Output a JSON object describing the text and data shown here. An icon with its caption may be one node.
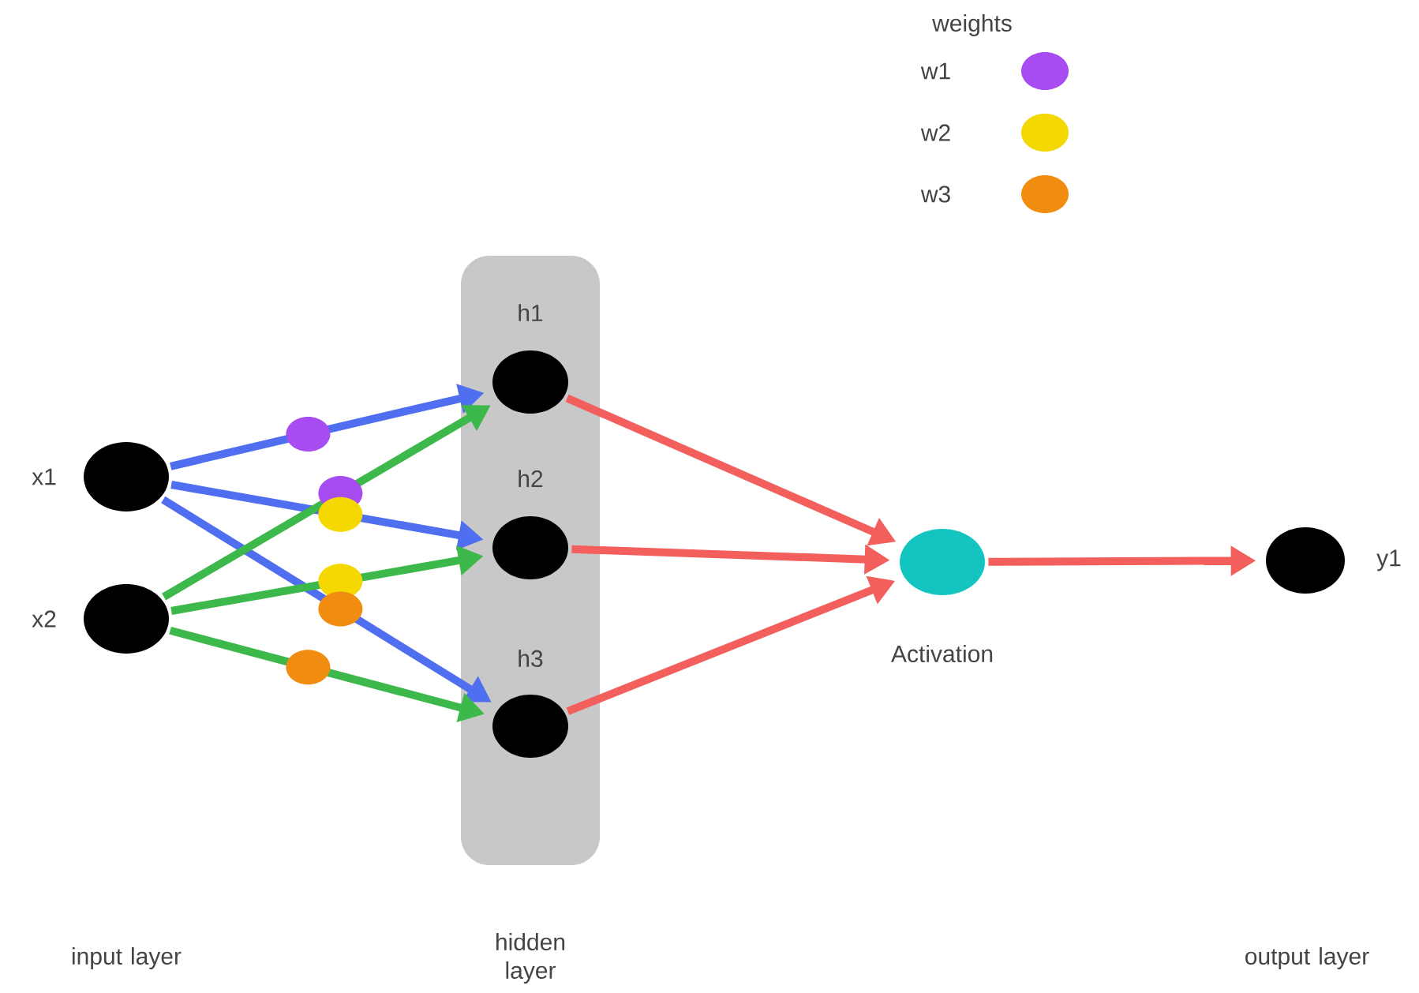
{
  "diagram": {
    "nodes": [
      {
        "text": [],
        "shape": "circle",
        "beside": [
          "x1"
        ]
      },
      {
        "text": [],
        "shape": "circle",
        "beside": [
          "x2"
        ]
      },
      {
        "text": [
          "hidden layer"
        ]
      },
      {
        "text": [],
        "shape": "circle",
        "beside": [
          "h1"
        ],
        "in": 2
      },
      {
        "text": [],
        "shape": "circle",
        "beside": [
          "h2"
        ],
        "in": 2
      },
      {
        "text": [],
        "shape": "circle",
        "beside": [
          "h3"
        ],
        "in": 2
      },
      {
        "text": [],
        "shape": "circle",
        "beside": [
          "Activation"
        ]
      },
      {
        "text": [],
        "shape": "circle",
        "beside": [
          "y1"
        ]
      }
    ],
    "edges": [
      {
        "from": 0,
        "to": 3,
        "arrow": "to",
        "color": "#4f6ff0"
      },
      {
        "from": 0,
        "to": 4,
        "arrow": "to",
        "color": "#4f6ff0"
      },
      {
        "from": 0,
        "to": 5,
        "arrow": "to",
        "color": "#4f6ff0"
      },
      {
        "from": 1,
        "to": 3,
        "arrow": "to",
        "color": "#3db84a"
      },
      {
        "from": 1,
        "to": 4,
        "arrow": "to",
        "color": "#3db84a"
      },
      {
        "from": 1,
        "to": 5,
        "arrow": "to",
        "color": "#3db84a"
      },
      {
        "from": 3,
        "to": 6,
        "arrow": "to",
        "color": "#f25f5c"
      },
      {
        "from": 4,
        "to": 6,
        "arrow": "to",
        "color": "#f25f5c"
      },
      {
        "from": 5,
        "to": 6,
        "arrow": "to",
        "color": "#f25f5c"
      },
      {
        "from": 6,
        "to": 7,
        "arrow": "to",
        "color": "#f25f5c"
      }
    ],
    "labels": [
      "weights",
      "input layer",
      "output layer"
    ],
    "legend": [
      {
        "text": "w1",
        "color": "#a64cf0"
      },
      {
        "text": "w2",
        "color": "#f5d800"
      },
      {
        "text": "w3",
        "color": "#f08c10"
      }
    ]
  }
}
